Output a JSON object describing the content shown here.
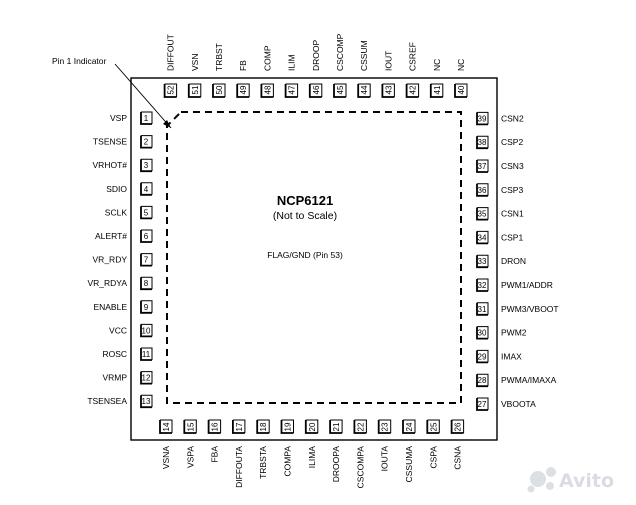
{
  "chip": {
    "name": "NCP6121",
    "subtitle": "(Not to Scale)",
    "flag_label": "FLAG/GND (Pin 53)",
    "pin1_label": "Pin 1 Indicator"
  },
  "pins": {
    "left": [
      {
        "num": "1",
        "name": "VSP"
      },
      {
        "num": "2",
        "name": "TSENSE"
      },
      {
        "num": "3",
        "name": "VRHOT#"
      },
      {
        "num": "4",
        "name": "SDIO"
      },
      {
        "num": "5",
        "name": "SCLK"
      },
      {
        "num": "6",
        "name": "ALERT#"
      },
      {
        "num": "7",
        "name": "VR_RDY"
      },
      {
        "num": "8",
        "name": "VR_RDYA"
      },
      {
        "num": "9",
        "name": "ENABLE"
      },
      {
        "num": "10",
        "name": "VCC"
      },
      {
        "num": "11",
        "name": "ROSC"
      },
      {
        "num": "12",
        "name": "VRMP"
      },
      {
        "num": "13",
        "name": "TSENSEA"
      }
    ],
    "bottom": [
      {
        "num": "14",
        "name": "VSNA"
      },
      {
        "num": "15",
        "name": "VSPA"
      },
      {
        "num": "16",
        "name": "FBA"
      },
      {
        "num": "17",
        "name": "DIFFOUTA"
      },
      {
        "num": "18",
        "name": "TRBSTA"
      },
      {
        "num": "19",
        "name": "COMPA"
      },
      {
        "num": "20",
        "name": "ILIMA"
      },
      {
        "num": "21",
        "name": "DROOPA"
      },
      {
        "num": "22",
        "name": "CSCOMPA"
      },
      {
        "num": "23",
        "name": "IOUTA"
      },
      {
        "num": "24",
        "name": "CSSUMA"
      },
      {
        "num": "25",
        "name": "CSPA"
      },
      {
        "num": "26",
        "name": "CSNA"
      }
    ],
    "right": [
      {
        "num": "27",
        "name": "VBOOTA"
      },
      {
        "num": "28",
        "name": "PWMA/IMAXA"
      },
      {
        "num": "29",
        "name": "IMAX"
      },
      {
        "num": "30",
        "name": "PWM2"
      },
      {
        "num": "31",
        "name": "PWM3/VBOOT"
      },
      {
        "num": "32",
        "name": "PWM1/ADDR"
      },
      {
        "num": "33",
        "name": "DRON"
      },
      {
        "num": "34",
        "name": "CSP1"
      },
      {
        "num": "35",
        "name": "CSN1"
      },
      {
        "num": "36",
        "name": "CSP3"
      },
      {
        "num": "37",
        "name": "CSN3"
      },
      {
        "num": "38",
        "name": "CSP2"
      },
      {
        "num": "39",
        "name": "CSN2"
      }
    ],
    "top": [
      {
        "num": "40",
        "name": "NC"
      },
      {
        "num": "41",
        "name": "NC"
      },
      {
        "num": "42",
        "name": "CSREF"
      },
      {
        "num": "43",
        "name": "IOUT"
      },
      {
        "num": "44",
        "name": "CSSUM"
      },
      {
        "num": "45",
        "name": "CSCOMP"
      },
      {
        "num": "46",
        "name": "DROOP"
      },
      {
        "num": "47",
        "name": "ILIM"
      },
      {
        "num": "48",
        "name": "COMP"
      },
      {
        "num": "49",
        "name": "FB"
      },
      {
        "num": "50",
        "name": "TRBST"
      },
      {
        "num": "51",
        "name": "VSN"
      },
      {
        "num": "52",
        "name": "DIFFOUT"
      }
    ]
  },
  "watermark": {
    "text": "Avito",
    "icon": "avito-dots-icon"
  }
}
